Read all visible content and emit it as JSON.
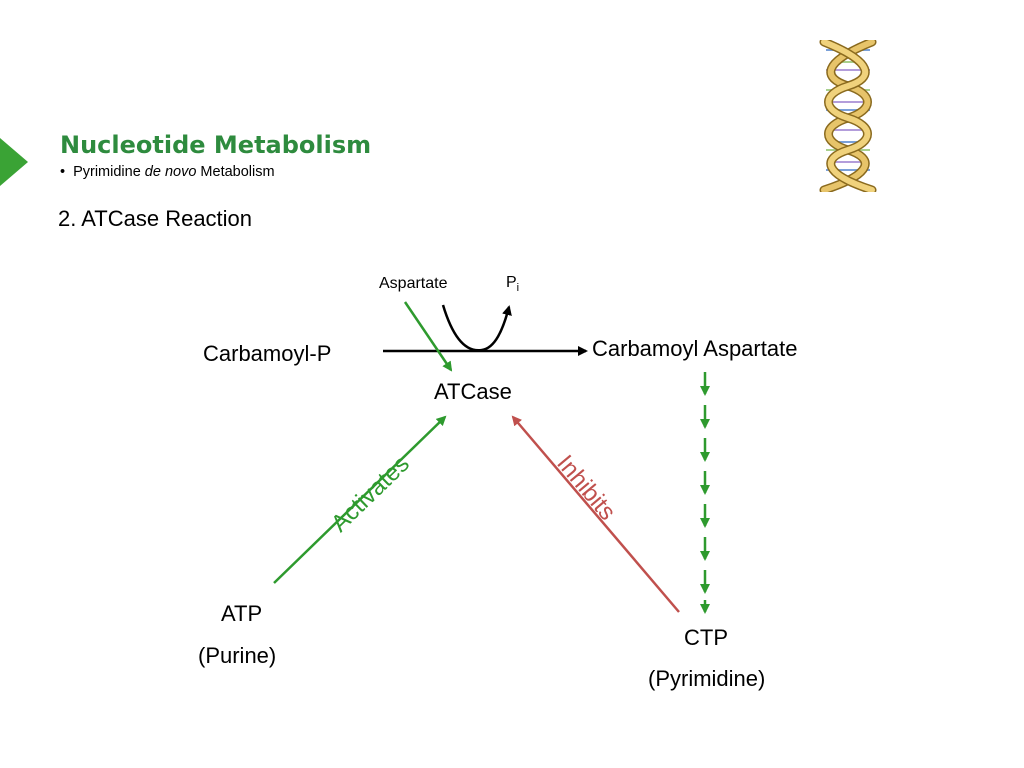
{
  "header": {
    "title": "Nucleotide Metabolism",
    "subtitle_bullet": "•",
    "subtitle_prefix": "Pyrimidine ",
    "subtitle_italic": "de novo",
    "subtitle_suffix": " Metabolism",
    "accent_color": "#2e8b3e",
    "marker_color": "#3aa335"
  },
  "section": {
    "heading": "2.  ATCase Reaction"
  },
  "reaction": {
    "aspartate": "Aspartate",
    "pi_base": "P",
    "pi_sub": "i",
    "substrate": "Carbamoyl-P",
    "product": "Carbamoyl Aspartate",
    "enzyme": "ATCase"
  },
  "regulation": {
    "activates": "Activates",
    "inhibits": "Inhibits",
    "activator": "ATP",
    "activator_class": "(Purine)",
    "inhibitor": "CTP",
    "inhibitor_class": "(Pyrimidine)",
    "activate_color": "#2e9a2e",
    "inhibit_color": "#c0504d"
  },
  "icons": {
    "dna": "dna-helix-icon"
  }
}
